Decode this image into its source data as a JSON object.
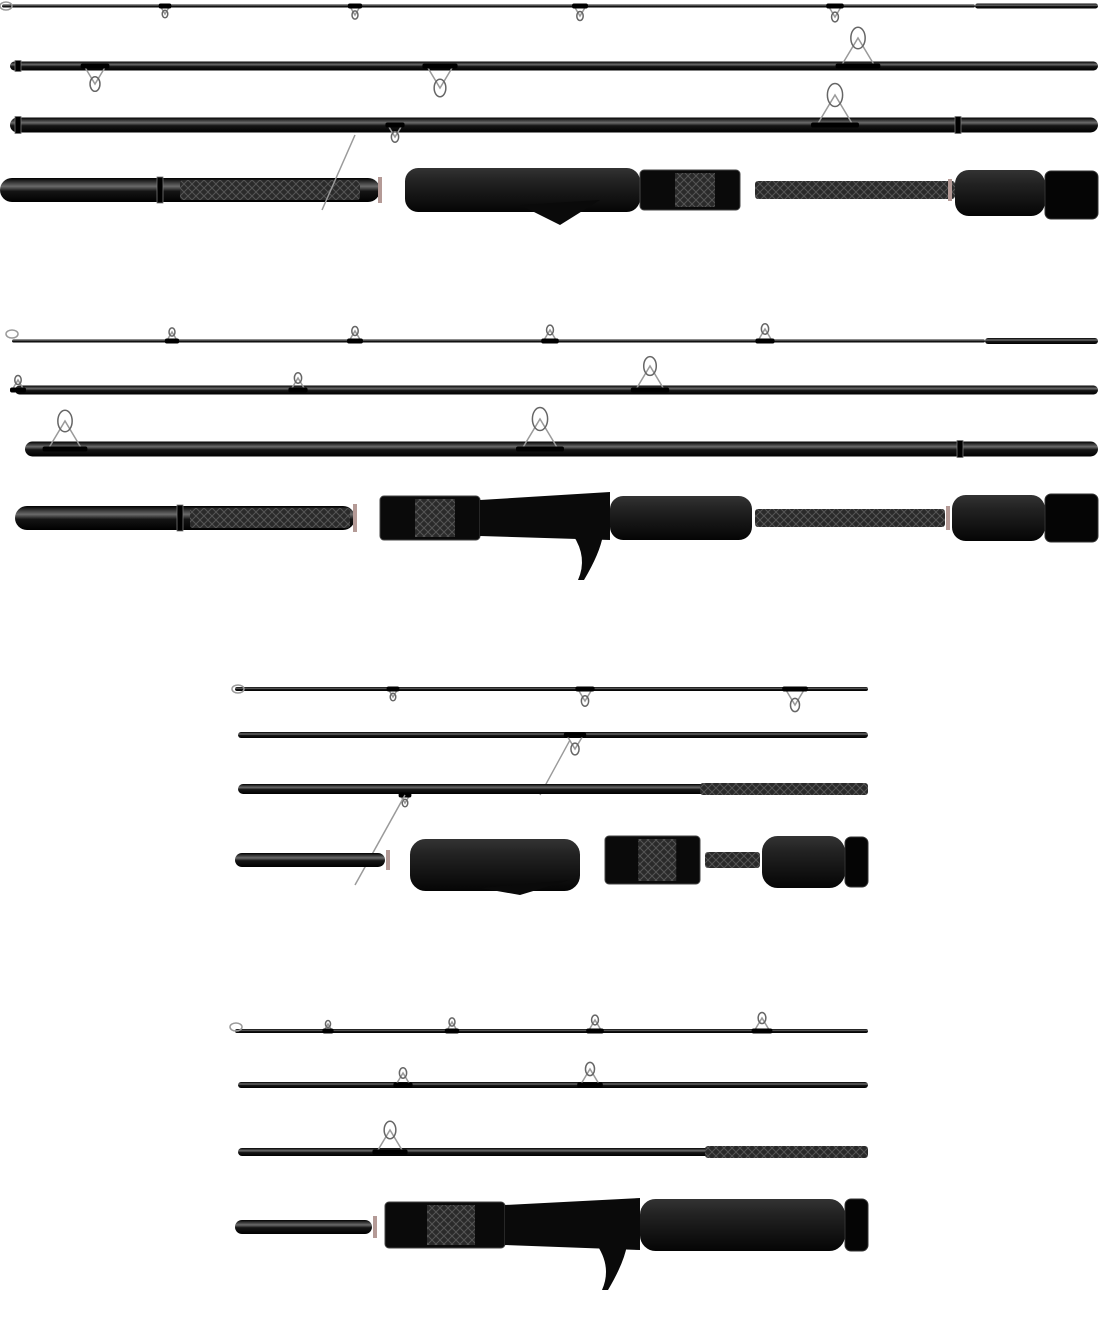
{
  "background": "#ffffff",
  "colors": {
    "blank": "#111111",
    "blank_highlight": "#5a5a5a",
    "grip": "#1c1c1c",
    "carbon": "#3a3a3a",
    "trim": "#b49a96",
    "guide": "#9a9a9a"
  },
  "rods": [
    {
      "action": "spinning",
      "sections": 4
    },
    {
      "action": "casting",
      "sections": 4
    },
    {
      "action": "spinning",
      "sections": 4
    },
    {
      "action": "casting",
      "sections": 4
    }
  ]
}
